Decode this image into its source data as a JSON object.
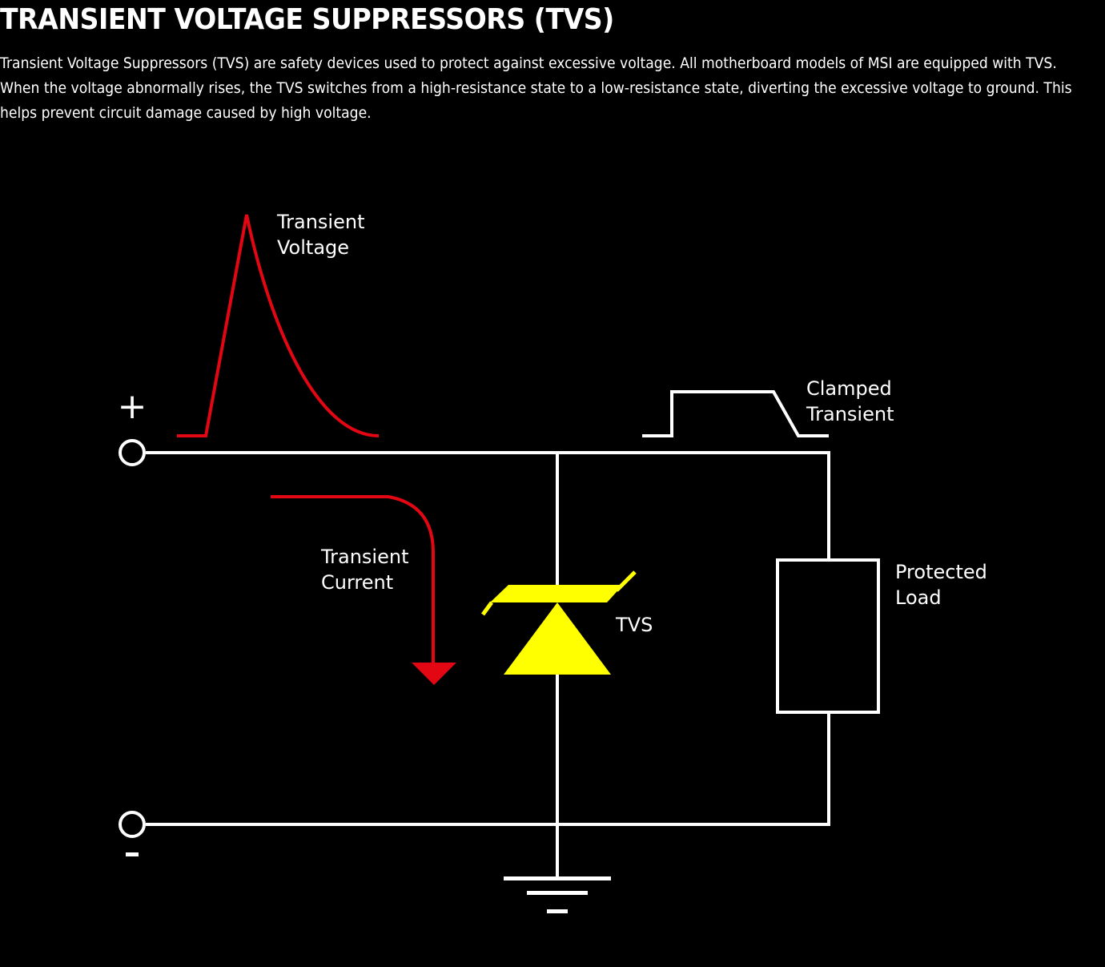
{
  "header": {
    "title": "TRANSIENT VOLTAGE SUPPRESSORS (TVS)",
    "description_lines": [
      "Transient Voltage Suppressors (TVS) are safety devices used to protect against excessive voltage. All motherboard models of MSI are equipped with TVS.",
      "When the voltage abnormally rises, the TVS switches from a high-resistance state to a low-resistance state, diverting the excessive voltage to ground. This",
      "helps prevent circuit damage caused by high voltage."
    ]
  },
  "diagram": {
    "labels": {
      "transient_voltage": [
        "Transient",
        "Voltage"
      ],
      "clamped_transient": [
        "Clamped",
        "Transient"
      ],
      "transient_current": [
        "Transient",
        "Current"
      ],
      "tvs": "TVS",
      "protected_load": [
        "Protected",
        "Load"
      ],
      "positive_terminal": "+",
      "negative_terminal": "-"
    },
    "colors": {
      "background": "#000000",
      "wire": "#ffffff",
      "transient": "#e30613",
      "tvs_symbol": "#ffff00"
    }
  }
}
